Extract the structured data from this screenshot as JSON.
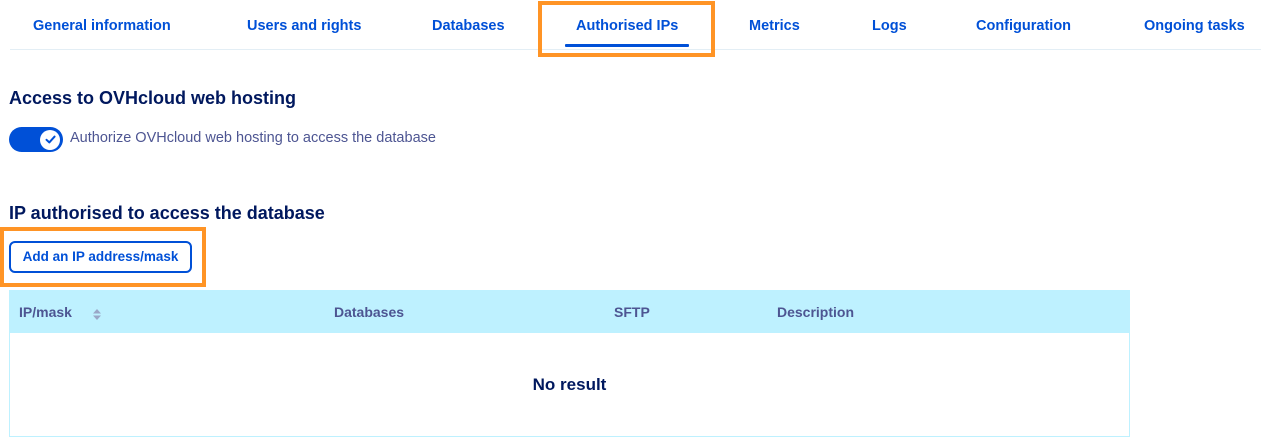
{
  "tabs": [
    {
      "label": "General information",
      "active": false
    },
    {
      "label": "Users and rights",
      "active": false
    },
    {
      "label": "Databases",
      "active": false
    },
    {
      "label": "Authorised IPs",
      "active": true
    },
    {
      "label": "Metrics",
      "active": false
    },
    {
      "label": "Logs",
      "active": false
    },
    {
      "label": "Configuration",
      "active": false
    },
    {
      "label": "Ongoing tasks",
      "active": false
    }
  ],
  "web_hosting": {
    "title": "Access to OVHcloud web hosting",
    "toggle": {
      "checked": true,
      "label": "Authorize OVHcloud web hosting to access the database",
      "icon": "check-icon"
    }
  },
  "ip_section": {
    "title": "IP authorised to access the database",
    "add_button": "Add an IP address/mask",
    "table": {
      "columns": [
        {
          "label": "IP/mask",
          "sortable": true,
          "icon": "sort-icon"
        },
        {
          "label": "Databases"
        },
        {
          "label": "SFTP"
        },
        {
          "label": "Description"
        }
      ],
      "rows": [],
      "empty_text": "No result"
    }
  },
  "colors": {
    "primary": "#0050d7",
    "heading": "#00185e",
    "text": "#4d5592",
    "table_header_bg": "#bef1ff",
    "annotation_highlight": "#ff9425"
  }
}
